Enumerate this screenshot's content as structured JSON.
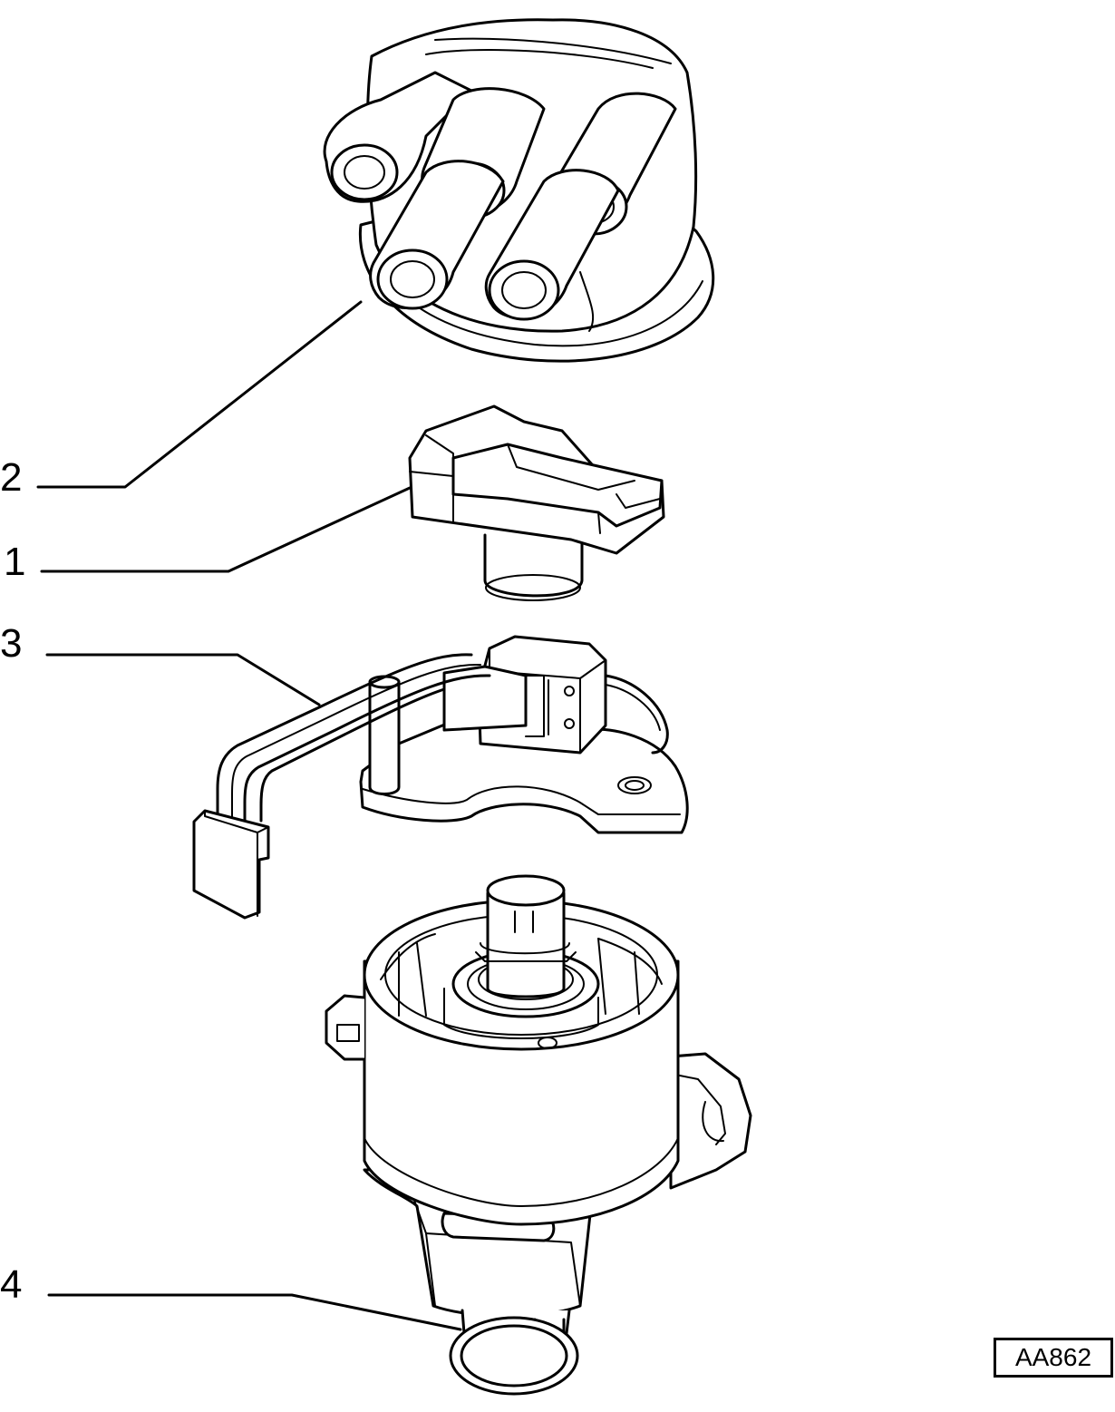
{
  "callouts": [
    {
      "id": "2",
      "label": "2"
    },
    {
      "id": "1",
      "label": "1"
    },
    {
      "id": "3",
      "label": "3"
    },
    {
      "id": "4",
      "label": "4"
    }
  ],
  "reference_code": "AA862"
}
